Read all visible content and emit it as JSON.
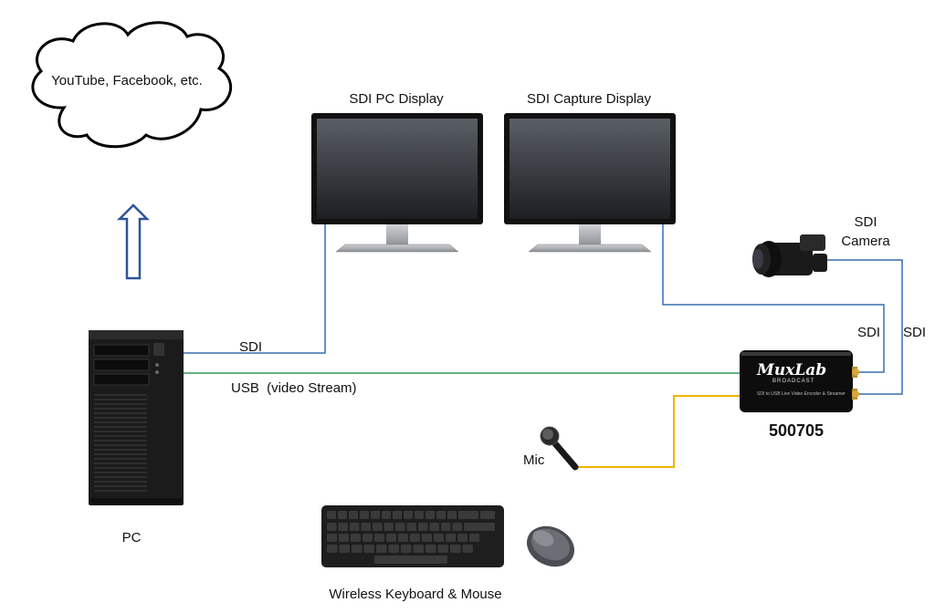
{
  "cloud": {
    "label": "YouTube, Facebook, etc."
  },
  "displays": {
    "pc_display": "SDI PC Display",
    "capture_display": "SDI Capture Display"
  },
  "camera": {
    "label_line1": "SDI",
    "label_line2": "Camera"
  },
  "encoder": {
    "brand": "MuxLab",
    "sub": "BROADCAST",
    "small_text": "SDI to USB Live Video Encoder & Streamer",
    "model": "500705"
  },
  "pc": {
    "label": "PC"
  },
  "mic": {
    "label": "Mic"
  },
  "peripherals": {
    "label": "Wireless Keyboard & Mouse"
  },
  "cables": {
    "sdi_pc": "SDI",
    "usb": "USB  (video Stream)",
    "sdi_capture": "SDI",
    "sdi_camera": "SDI"
  },
  "colors": {
    "sdi_cable": "#3a6fb0",
    "usb_cable": "#2e9a5a",
    "audio_cable": "#f0b400",
    "arrow": "#2f5597"
  }
}
